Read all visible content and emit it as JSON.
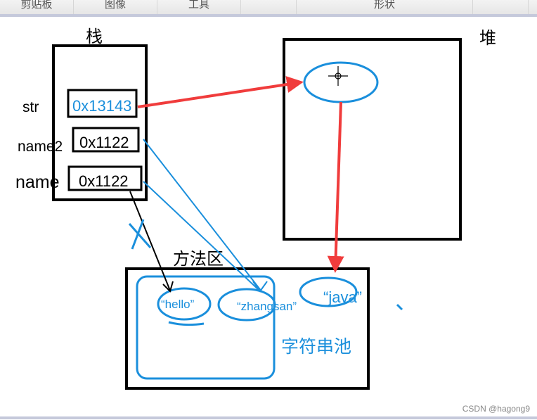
{
  "ribbon": {
    "groups": [
      "剪贴板",
      "图像",
      "工具",
      "形状"
    ]
  },
  "diagram": {
    "stack_title": "栈",
    "heap_title": "堆",
    "method_area_title": "方法区",
    "string_pool_label": "字符串池",
    "variables": [
      {
        "name": "str",
        "value": "0x13143"
      },
      {
        "name": "name2",
        "value": "0x1122"
      },
      {
        "name": "name",
        "value": "0x1122"
      }
    ],
    "pool_strings": [
      "“hello”",
      "“zhangsan”",
      "“java”"
    ],
    "colors": {
      "blue": "#1a8fdc",
      "red": "#f03c3c",
      "black": "#000000"
    }
  },
  "watermark": "CSDN @hagong9"
}
